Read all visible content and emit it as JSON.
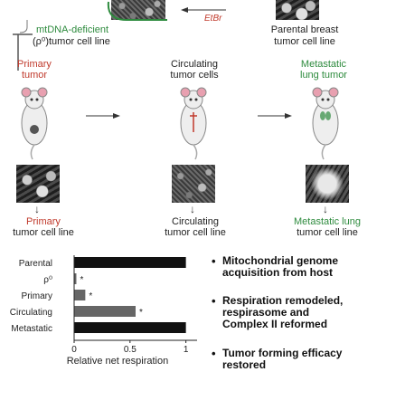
{
  "top": {
    "ethbr_label": "EtBr",
    "mtdna_label": "mtDNA-deficient",
    "rho0_label": "(ρ⁰)tumor cell line",
    "parental_label_1": "Parental breast",
    "parental_label_2": "tumor cell line"
  },
  "row_labels": {
    "primary_tumor_1": "Primary",
    "primary_tumor_2": "tumor",
    "circulating_1": "Circulating",
    "circulating_2": "tumor cells",
    "metastatic_1": "Metastatic",
    "metastatic_2": "lung tumor"
  },
  "cell_lines": {
    "primary_1": "Primary",
    "primary_2": "tumor cell line",
    "circulating_1": "Circulating",
    "circulating_2": "tumor cell line",
    "metastatic_1": "Metastatic lung",
    "metastatic_2": "tumor cell line"
  },
  "colors": {
    "green": "#2e8b3e",
    "red": "#c0392b",
    "bar_dark": "#111111",
    "bar_gray": "#666666",
    "mouse_pink": "#e8a0b0"
  },
  "chart_data": {
    "type": "bar",
    "orientation": "horizontal",
    "categories": [
      "Parental",
      "ρ⁰",
      "Primary",
      "Circulating",
      "Metastatic"
    ],
    "values": [
      1.0,
      0.02,
      0.1,
      0.55,
      1.0
    ],
    "xlim": [
      0,
      1.1
    ],
    "xticks": [
      "0",
      "0.5",
      "1"
    ],
    "xlabel": "Relative net respiration",
    "significance": [
      "",
      "*",
      "*",
      "*",
      ""
    ]
  },
  "bullets": [
    {
      "text_1": "Mitochondrial genome",
      "text_2": "acquisition from host"
    },
    {
      "text_1": "Respiration remodeled,",
      "text_2": "respirasome and",
      "text_3": "Complex II reformed"
    },
    {
      "text_1": "Tumor forming efficacy",
      "text_2": "restored"
    }
  ]
}
